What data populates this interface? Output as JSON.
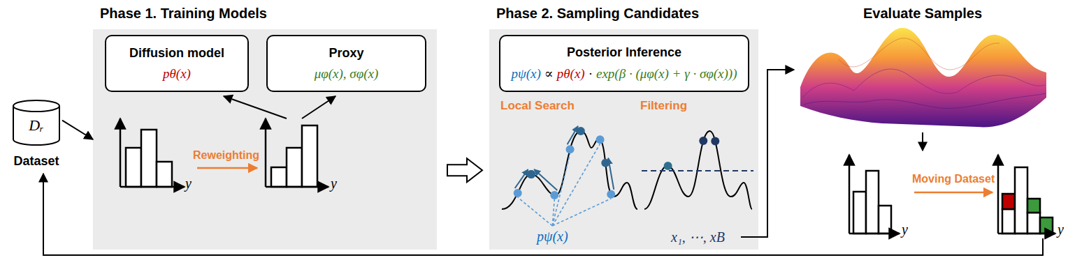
{
  "diagram": {
    "nodes": [
      {
        "text": [
          "Dᵣ",
          "Dataset"
        ]
      },
      {
        "text": [
          "Phase 1. Training Models"
        ]
      },
      {
        "text": [
          "Diffusion model",
          "pθ(x)"
        ],
        "in": 1
      },
      {
        "text": [
          "Proxy",
          "μφ(x), σφ(x)"
        ],
        "in": 1
      },
      {
        "text": [
          "Phase 2. Sampling Candidates"
        ]
      },
      {
        "text": [
          "Posterior Inference",
          "pψ(x)",
          "∝",
          "pθ(x)",
          "·",
          "exp(β · (μφ(x) + γ · σφ(x)))"
        ],
        "in": 4
      }
    ],
    "edges": [
      {
        "from": 0,
        "to": 1,
        "arrow": "to"
      },
      {
        "from": 1,
        "to": 4,
        "arrow": "to"
      }
    ],
    "labels": [
      "y",
      "Reweighting",
      "y",
      "Local Search",
      "Filtering",
      "pψ(x)",
      "x₁, ⋯, xB",
      "Evaluate Samples",
      "y",
      "Moving Dataset",
      "y"
    ]
  }
}
